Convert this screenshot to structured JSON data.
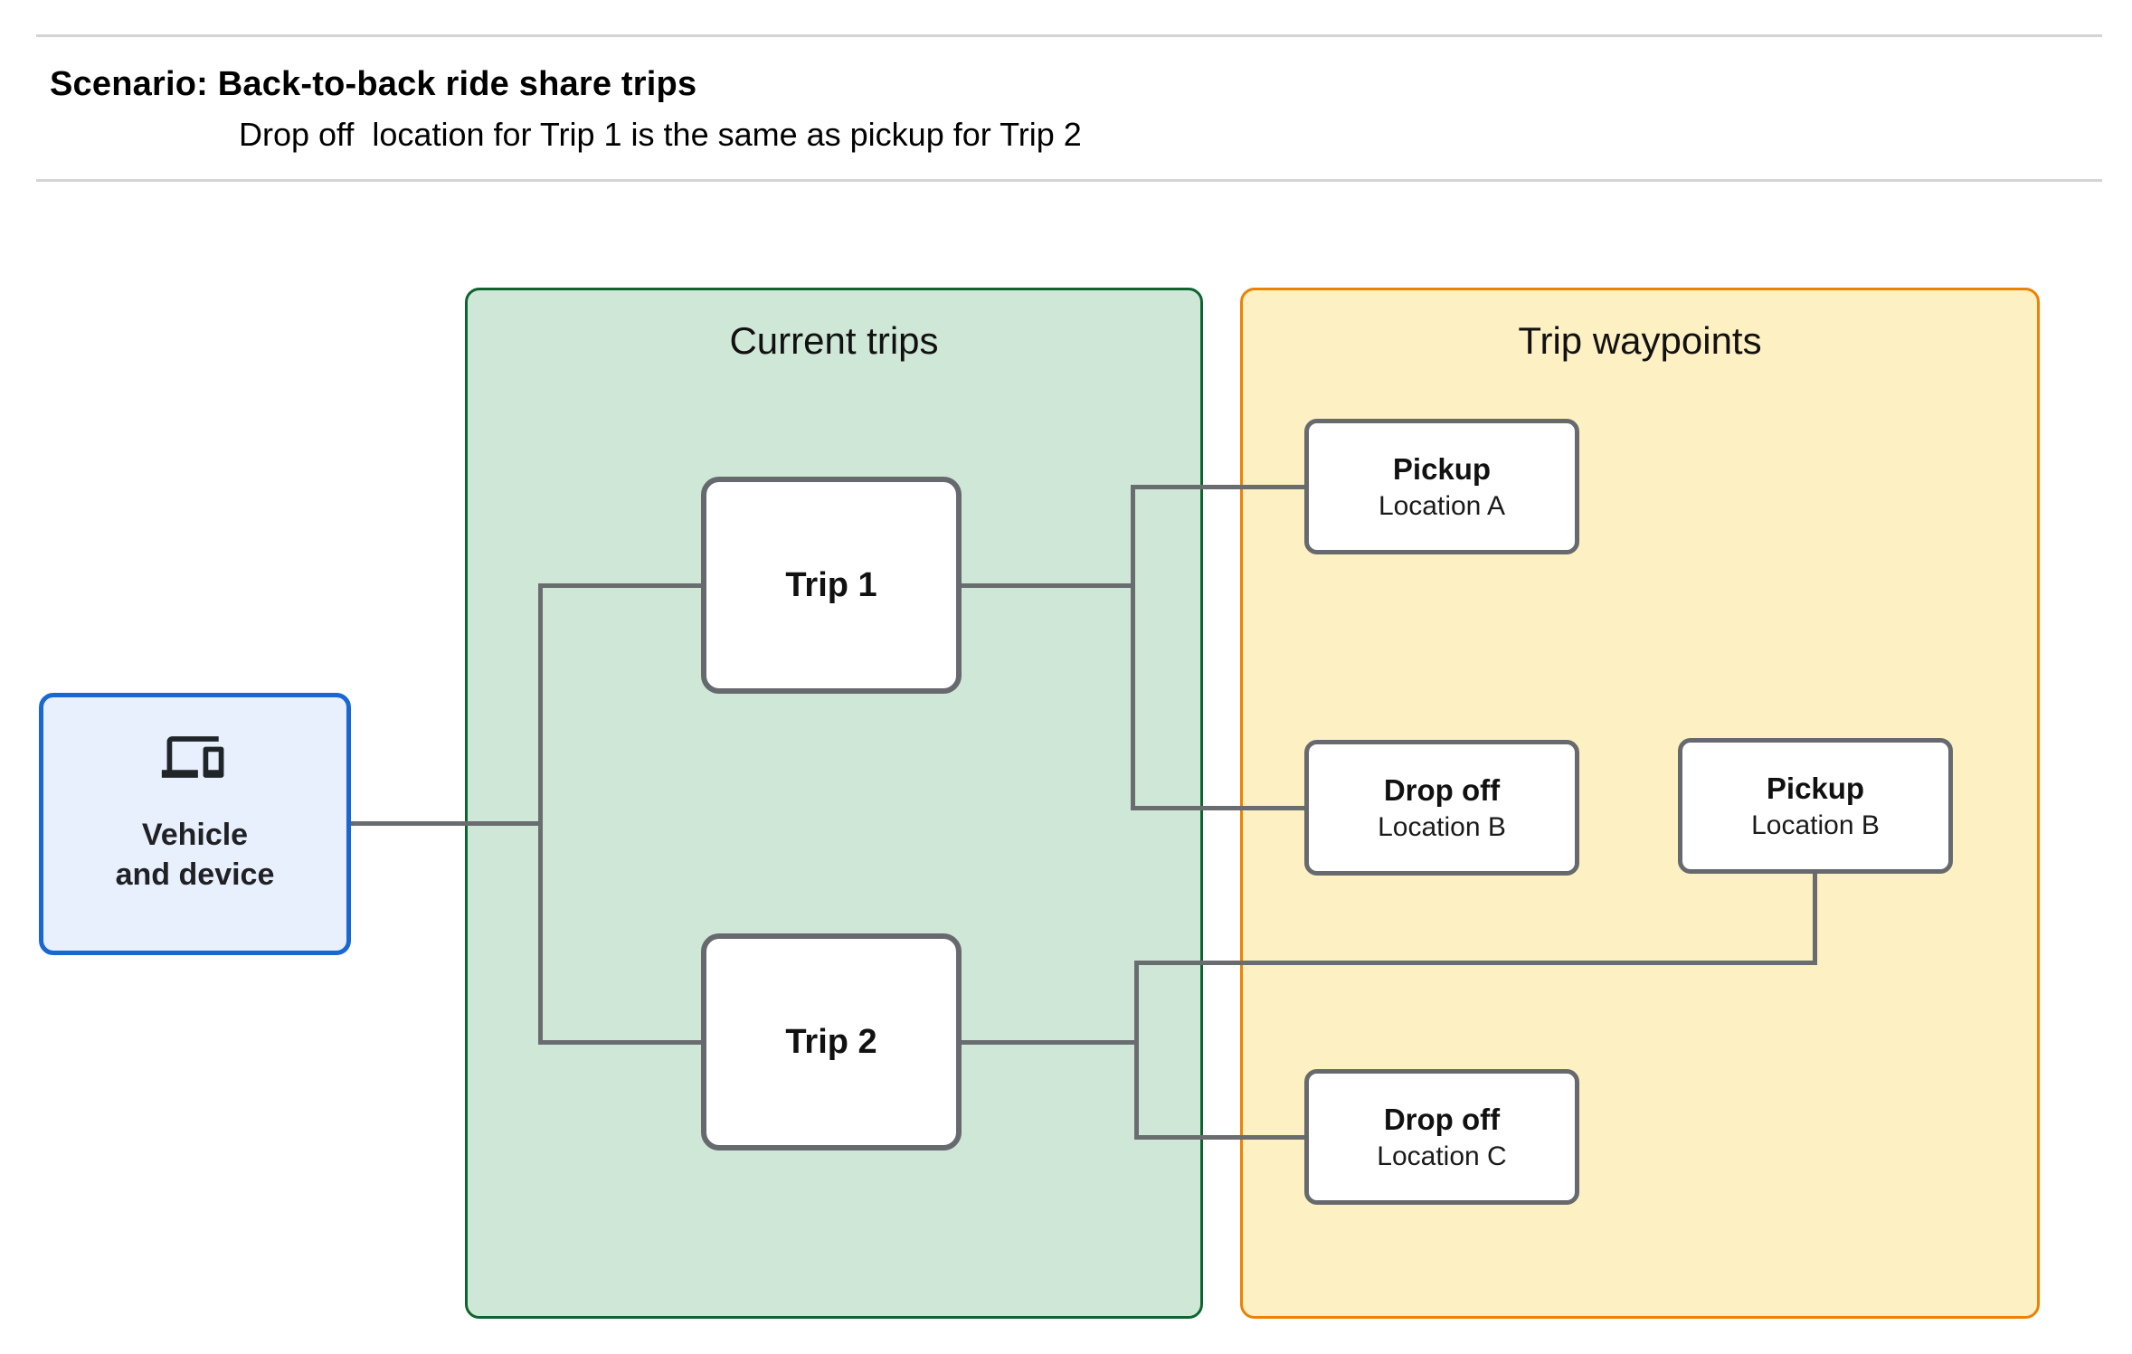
{
  "header": {
    "title": "Scenario: Back-to-back ride share trips",
    "subtitle": "Drop off  location for Trip 1 is the same as pickup for Trip 2"
  },
  "groups": {
    "current_trips": {
      "title": "Current trips"
    },
    "trip_waypoints": {
      "title": "Trip waypoints"
    }
  },
  "nodes": {
    "vehicle": {
      "line1": "Vehicle",
      "line2": "and device",
      "icon": "devices-icon"
    },
    "trip1": {
      "title": "Trip 1"
    },
    "trip2": {
      "title": "Trip 2"
    },
    "pickup_a": {
      "title": "Pickup",
      "location": "Location A"
    },
    "dropoff_b": {
      "title": "Drop off",
      "location": "Location B"
    },
    "pickup_b": {
      "title": "Pickup",
      "location": "Location B"
    },
    "dropoff_c": {
      "title": "Drop off",
      "location": "Location C"
    }
  },
  "colors": {
    "page-bg": "#FFFFFF",
    "rule": "#D4D4D4",
    "green-fill": "#CFE7D6",
    "green-border": "#0D652D",
    "orange-fill": "#FDF0C2",
    "orange-border": "#EE8100",
    "blue-fill": "#E8F0FE",
    "blue-border": "#1967D2",
    "node-fill": "#FFFFFF",
    "node-border": "#66696D",
    "connector": "#6A6D70",
    "icon": "#202528"
  }
}
